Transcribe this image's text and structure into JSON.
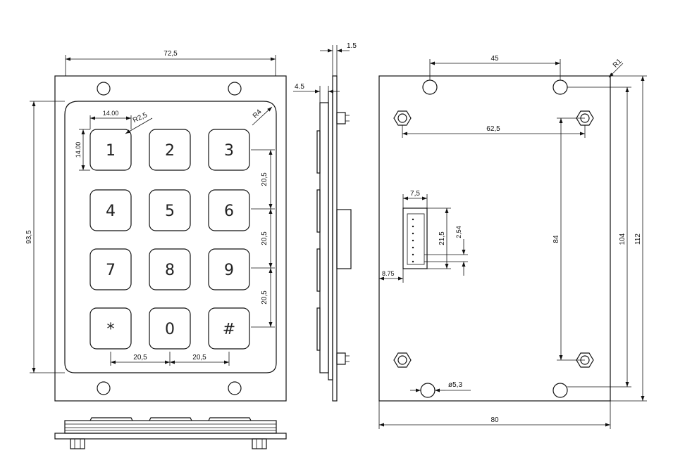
{
  "front_view": {
    "keys": [
      {
        "label": "1"
      },
      {
        "label": "2"
      },
      {
        "label": "3"
      },
      {
        "label": "4"
      },
      {
        "label": "5"
      },
      {
        "label": "6"
      },
      {
        "label": "7"
      },
      {
        "label": "8"
      },
      {
        "label": "9"
      },
      {
        "label": "*"
      },
      {
        "label": "0"
      },
      {
        "label": "#"
      }
    ],
    "dimensions": {
      "overall_width": "72,5",
      "key_area_height": "93,5",
      "key_width": "14.00",
      "key_height": "14.00",
      "key_radius": "R2,5",
      "corner_radius": "R4",
      "col_pitch_1": "20,5",
      "col_pitch_2": "20,5",
      "row_pitch_1": "20,5",
      "row_pitch_2": "20,5",
      "row_pitch_3": "20,5"
    }
  },
  "side_view": {
    "dimensions": {
      "thickness_top": "1.5",
      "thickness_key": "4.5"
    }
  },
  "back_view": {
    "dimensions": {
      "hole_spacing_top": "45",
      "corner_radius": "R1",
      "standoff_spacing": "62,5",
      "standoff_vertical": "84",
      "hole_vertical": "104",
      "overall_height": "112",
      "overall_width": "80",
      "connector_width": "7,5",
      "connector_length": "21,5",
      "pin_pitch": "2,54",
      "connector_offset": "8.75",
      "hole_diameter": "ø5,3"
    }
  }
}
